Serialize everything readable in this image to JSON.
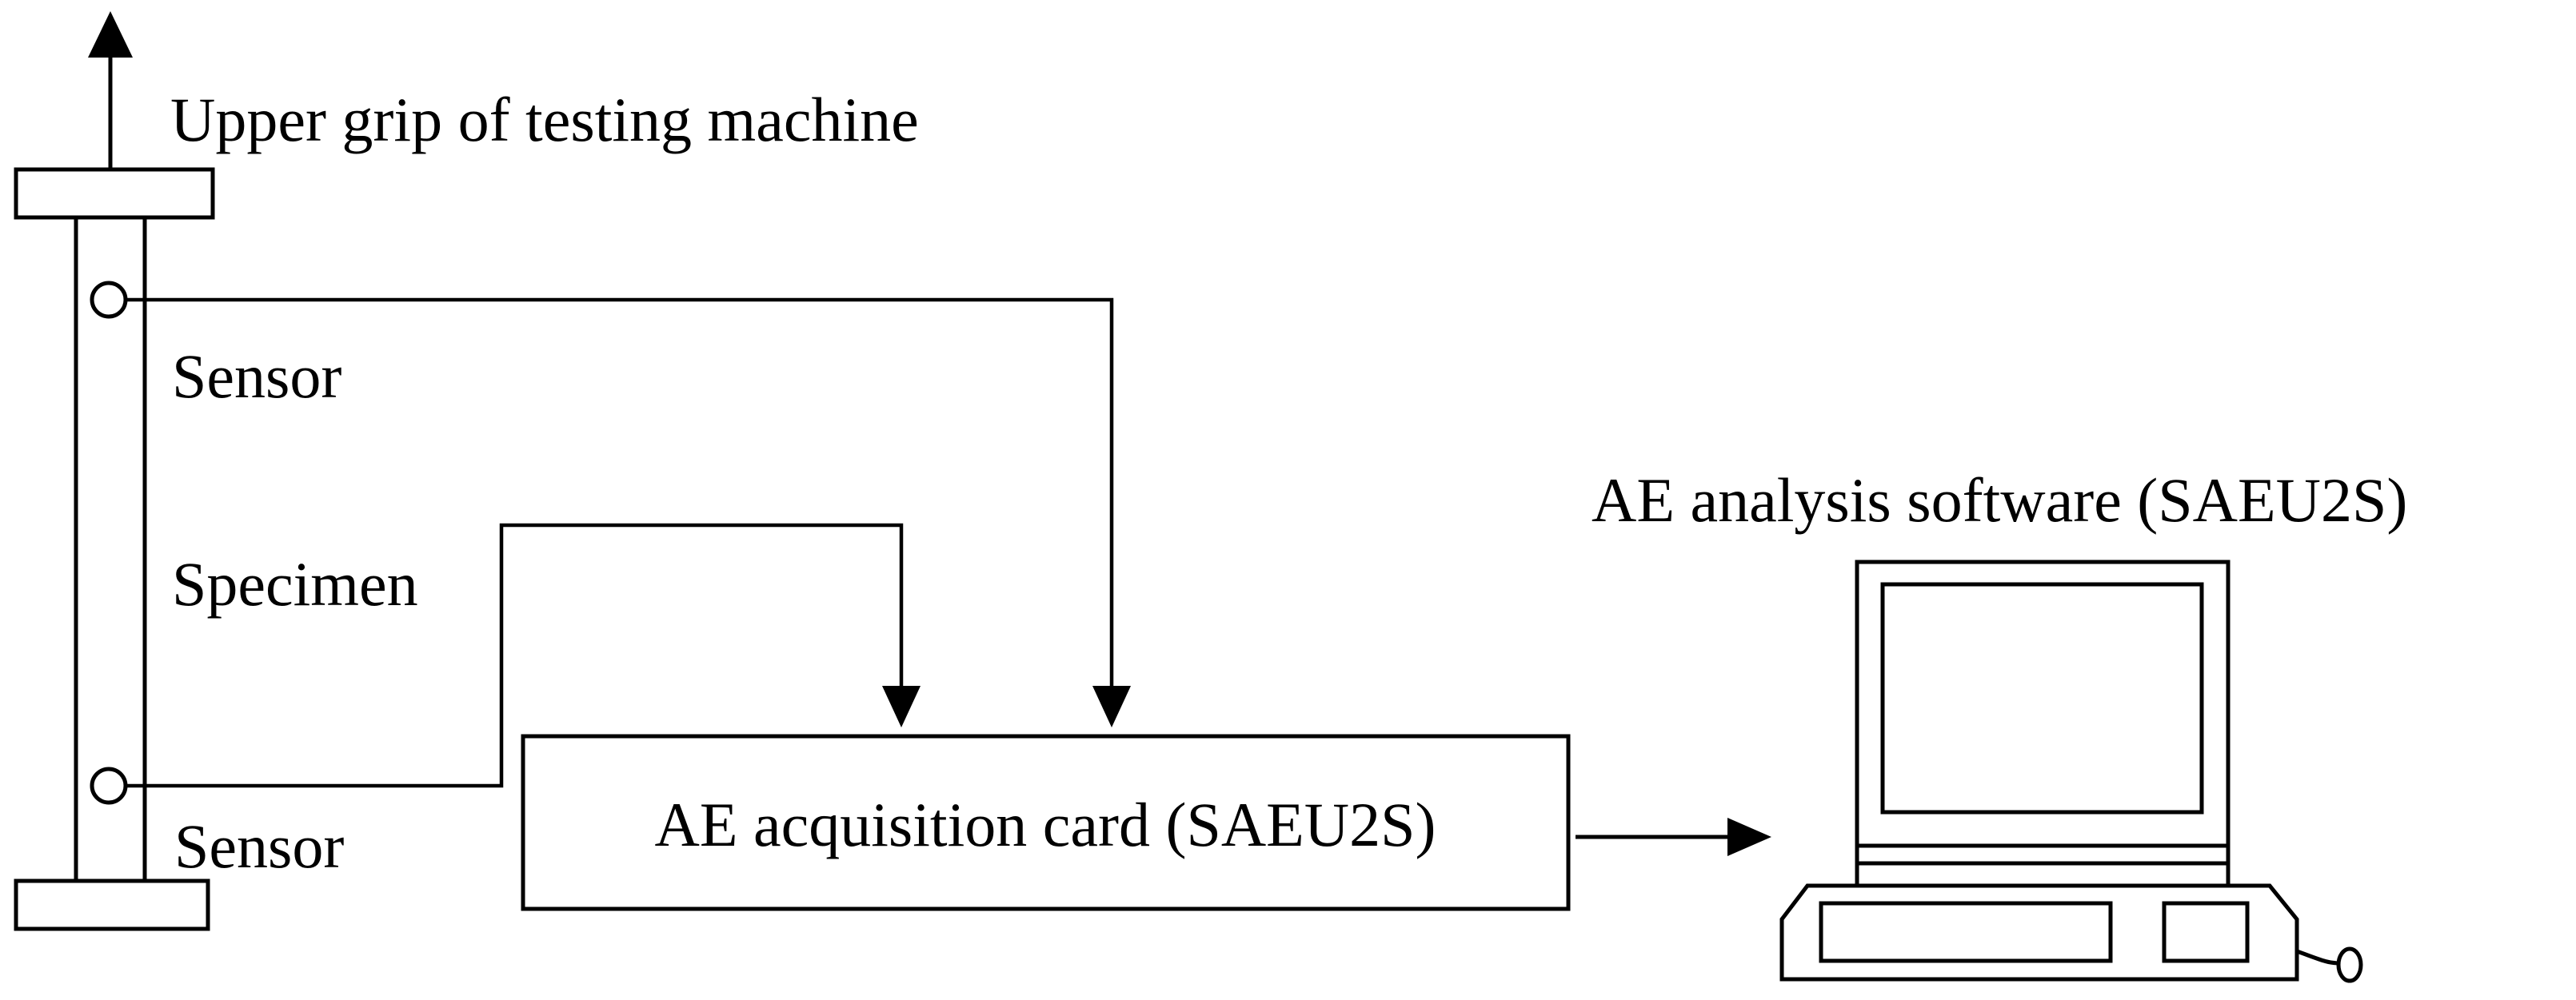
{
  "labels": {
    "upper_grip": "Upper grip of testing machine",
    "sensor_top": "Sensor",
    "specimen": "Specimen",
    "sensor_bottom": "Sensor",
    "acquisition_card": "AE acquisition card (SAEU2S)",
    "analysis_software": "AE analysis software (SAEU2S)"
  },
  "colors": {
    "ink": "#000000",
    "background": "#ffffff"
  }
}
